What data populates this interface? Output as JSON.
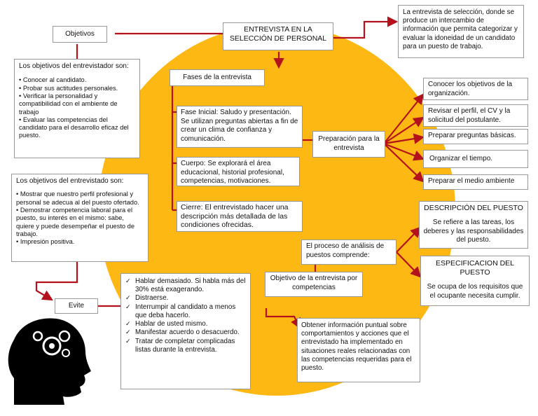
{
  "colors": {
    "blob": "#FDB813",
    "arrow": "#B3121C",
    "border": "#999999"
  },
  "title": "ENTREVISTA EN LA SELECCIÓN DE PERSONAL",
  "definition": "La entrevista de selección, donde se produce un intercambio de información que permita categorizar y evaluar la idoneidad de un candidato para un puesto de trabajo.",
  "objetivos_label": "Objetivos",
  "entrevistador": {
    "heading": "Los objetivos del entrevistador son:",
    "items": [
      "Conocer al candidato.",
      "Probar sus actitudes personales.",
      "Verificar la personalidad y compatibilidad con el ambiente de trabajo",
      "Evaluar las competencias del candidato para el desarrollo eficaz del puesto."
    ]
  },
  "entrevistado": {
    "heading": "Los objetivos del entrevistado son:",
    "items": [
      "Mostrar que nuestro perfil profesional y personal se adecua al del puesto ofertado.",
      "Demostrar competencia laboral para el puesto, su interés en el mismo: sabe, quiere y puede desempeñar el puesto de trabajo.",
      "Impresión positiva."
    ]
  },
  "evite_label": "Evite",
  "evite_items": [
    "Hablar demasiado. Si habla más del 30% está exagerando.",
    "Distraerse.",
    "Interrumpir al candidato a menos que deba hacerlo.",
    "Hablar de usted mismo.",
    "Manifestar acuerdo o desacuerdo.",
    "Tratar de completar complicadas listas durante la entrevista."
  ],
  "fases_label": "Fases de la entrevista",
  "fase_inicial": "Fase Inicial: Saludo y presentación. Se utilizan preguntas abiertas a fin de crear un clima de confianza y comunicación.",
  "cuerpo": "Cuerpo: Se explorará el área educacional, historial profesional, competencias, motivaciones.",
  "cierre": "Cierre: El entrevistado hacer una descripción más detallada de las condiciones ofrecidas.",
  "preparacion_label": "Preparación para la entrevista",
  "preparacion_items": [
    "Conocer los objetivos de la organización.",
    "Revisar el perfil, el CV y la solicitud del postulante.",
    "Preparar preguntas básicas.",
    "Organizar el tiempo.",
    "Preparar el medio ambiente"
  ],
  "analisis_label": "El proceso de análisis de puestos comprende:",
  "descripcion": {
    "title": "DESCRIPCIÓN DEL PUESTO",
    "text": "Se refiere a las tareas, los deberes y las responsabilidades del puesto."
  },
  "especificacion": {
    "title": "ESPECIFICACION DEL PUESTO",
    "text": "Se ocupa de los requisitos que el ocupante necesita cumplir."
  },
  "competencias_label": "Objetivo de la entrevista por competencias",
  "competencias_text": "Obtener información puntual sobre comportamientos y acciones que el entrevistado ha implementado en situaciones reales relacionadas con las competencias requeridas para el puesto."
}
